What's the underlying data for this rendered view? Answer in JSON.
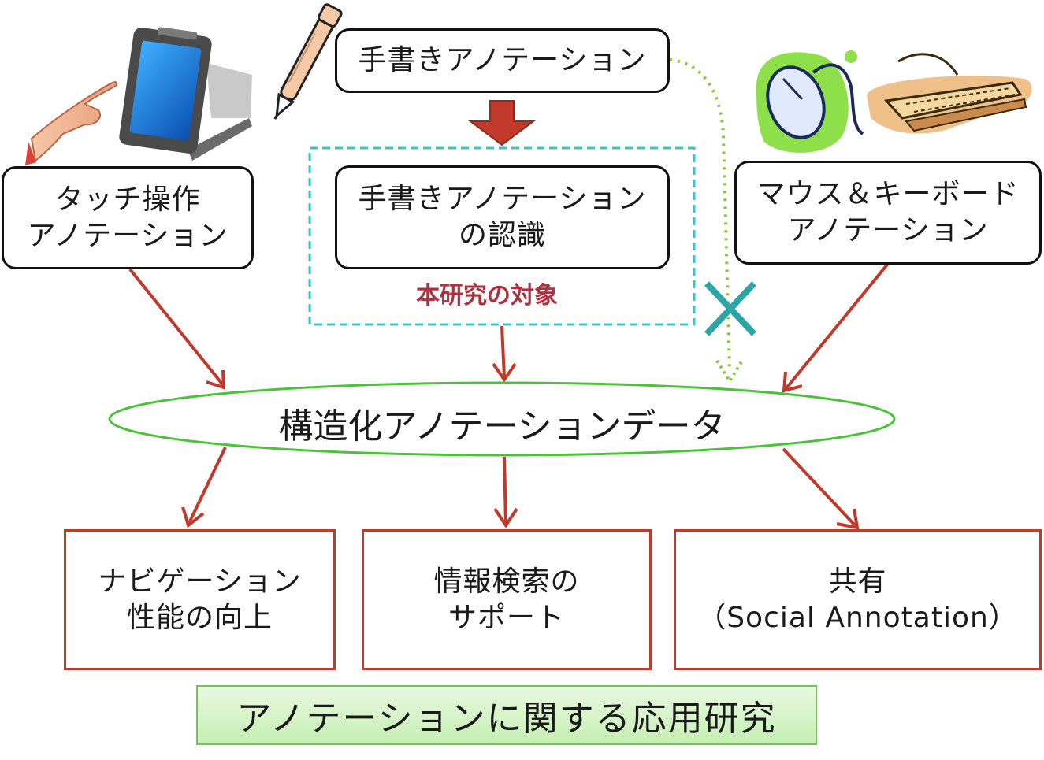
{
  "colors": {
    "arrow": "#c0392b",
    "box_border": "#111111",
    "app_border": "#c0392b",
    "dashed_region": "#3ac4c4",
    "dotted_link": "#8cc63f",
    "cross_mark": "#2ba6a6",
    "hub_ellipse": "#4cc23a",
    "label_red": "#b03040",
    "banner_green": "#c6efb3"
  },
  "inputs": {
    "touch": {
      "lines": [
        "タッチ操作",
        "アノテーション"
      ],
      "illustration": "hand-touching-tablet-icon"
    },
    "handwriting": {
      "lines": [
        "手書きアノテーション"
      ],
      "illustration": "pen-icon"
    },
    "recognition": {
      "lines": [
        "手書きアノテーション",
        "の認識"
      ]
    },
    "mouse_keyboard": {
      "lines": [
        "マウス＆キーボード",
        "アノテーション"
      ],
      "illustration": "mouse-and-keyboard-icon"
    }
  },
  "focus_label": "本研究の対象",
  "hub": {
    "label": "構造化アノテーションデータ"
  },
  "applications": [
    {
      "lines": [
        "ナビゲーション",
        "性能の向上"
      ]
    },
    {
      "lines": [
        "情報検索の",
        "サポート"
      ]
    },
    {
      "lines": [
        "共有",
        "（Social Annotation）"
      ]
    }
  ],
  "banner": {
    "label": "アノテーションに関する応用研究"
  }
}
